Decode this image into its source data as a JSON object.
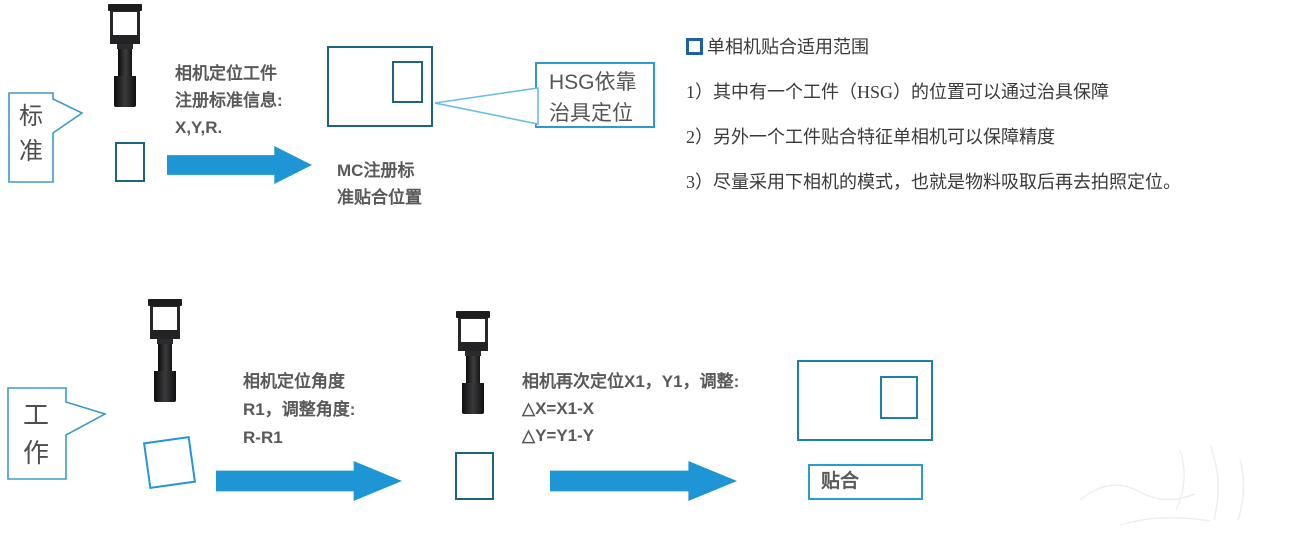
{
  "palette": {
    "arrow_blue": "#1E96D5",
    "shape_blue": "#2196D9",
    "outline_teal": "#1A657F",
    "outline_blue": "#1F7FA8",
    "callout_border": "#3D9BC9",
    "hsg_border": "#2C9BD0",
    "bullet_blue": "#1F5FA8",
    "text_dark": "#595959",
    "list_text": "#3A3A3A"
  },
  "standard_flow": {
    "callout_label": "标准",
    "step_text": [
      "相机定位工件",
      "注册标准信息:",
      "X,Y,R."
    ],
    "mc_label": [
      "MC注册标",
      "准贴合位置"
    ],
    "hsg_callout": [
      "HSG依靠",
      "治具定位"
    ]
  },
  "work_flow": {
    "callout_label": "工作",
    "angle_step_text": [
      "相机定位角度",
      "R1，调整角度:",
      "R-R1"
    ],
    "position_step_text": [
      "相机再次定位X1，Y1，调整:",
      "△X=X1-X",
      "△Y=Y1-Y"
    ],
    "paste_label": "贴合"
  },
  "info_panel": {
    "title": "单相机贴合适用范围",
    "items": [
      "1）其中有一个工件（HSG）的位置可以通过治具保障",
      "2）另外一个工件贴合特征单相机可以保障精度",
      "3）尽量采用下相机的模式，也就是物料吸取后再去拍照定位。"
    ]
  }
}
